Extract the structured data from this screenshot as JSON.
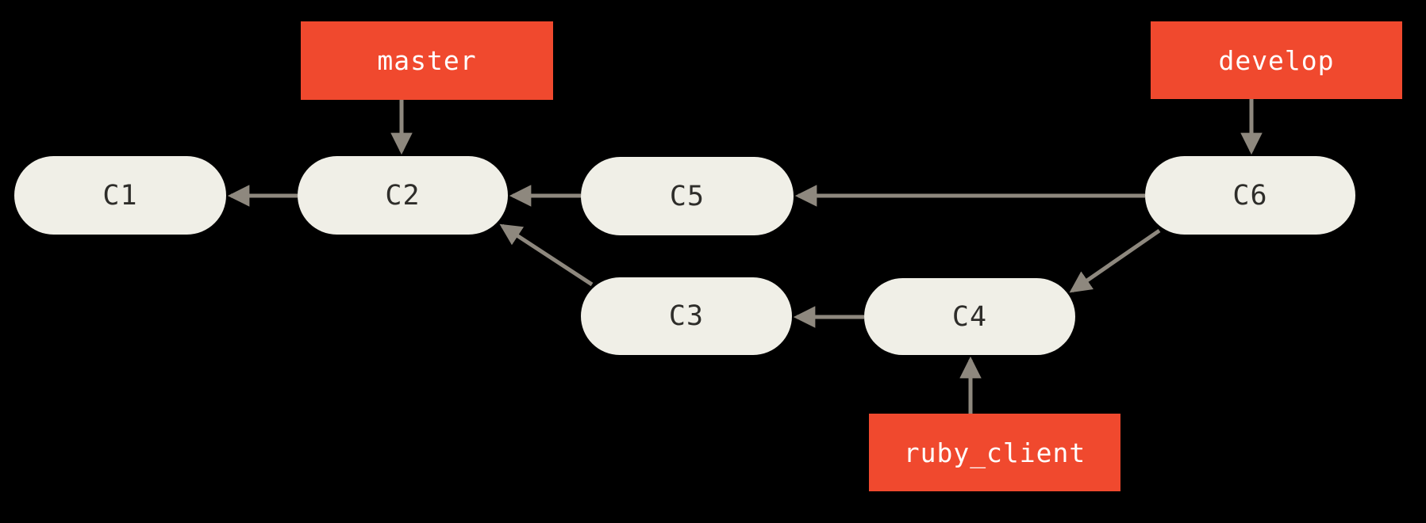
{
  "title": "Git commit history diagram with three branches",
  "colors": {
    "background": "#000000",
    "node-fill": "#F0EFE7",
    "node-text": "#2E2D2A",
    "branch-fill": "#F0492E",
    "branch-text": "#FFFFFF",
    "arrow": "#8E887E"
  },
  "labels": {
    "c1": "C1",
    "c2": "C2",
    "c3": "C3",
    "c4": "C4",
    "c5": "C5",
    "c6": "C6",
    "master": "master",
    "develop": "develop",
    "ruby_client": "ruby_client"
  },
  "diagram": {
    "type": "git-commit-graph",
    "commits": [
      "C1",
      "C2",
      "C3",
      "C4",
      "C5",
      "C6"
    ],
    "branches": [
      {
        "name": "master",
        "points_to": "C2"
      },
      {
        "name": "develop",
        "points_to": "C6"
      },
      {
        "name": "ruby_client",
        "points_to": "C4"
      }
    ],
    "parent_edges": [
      {
        "from": "C2",
        "to": "C1"
      },
      {
        "from": "C5",
        "to": "C2"
      },
      {
        "from": "C3",
        "to": "C2"
      },
      {
        "from": "C4",
        "to": "C3"
      },
      {
        "from": "C6",
        "to": "C5"
      },
      {
        "from": "C6",
        "to": "C4"
      }
    ]
  }
}
